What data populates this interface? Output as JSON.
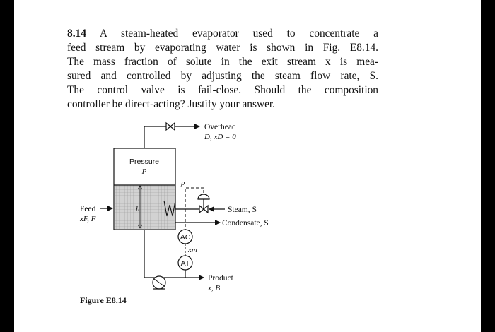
{
  "problem": {
    "number": "8.14",
    "lines": [
      " A steam-heated evaporator used to concentrate a",
      "feed stream by evaporating water is shown in Fig. E8.14.",
      "The mass fraction of solute in the exit stream x is mea-",
      "sured and controlled by adjusting the steam flow rate, S.",
      "The control valve is fail-close. Should the composition",
      "controller be direct-acting? Justify your answer."
    ]
  },
  "figure": {
    "caption": "Figure E8.14",
    "labels": {
      "overhead": "Overhead",
      "overhead_sub": "D, xD = 0",
      "pressure": "Pressure",
      "pressure_sym": "P",
      "valve_signal": "p",
      "level": "h",
      "feed": "Feed",
      "feed_sub": "xF, F",
      "steam": "Steam, S",
      "condensate": "Condensate, S",
      "ac": "AC",
      "xm": "xm",
      "at": "AT",
      "product": "Product",
      "product_sub": "x, B"
    },
    "colors": {
      "line": "#111111",
      "liquid": "#c8c8c8"
    }
  }
}
